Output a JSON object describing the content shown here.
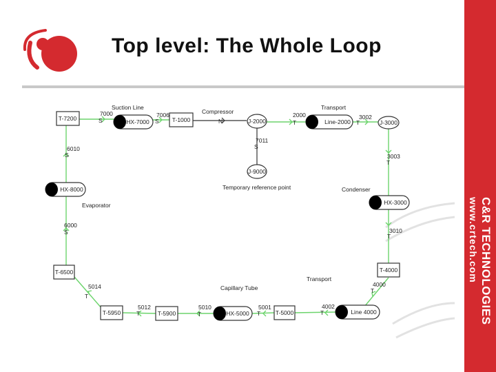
{
  "slide": {
    "title": "Top level: The Whole Loop"
  },
  "brand": {
    "company": "C&R TECHNOLOGIES",
    "url": "www.crtech.com",
    "sidebar_color": "#d42a2f",
    "logo_color": "#d42a2f"
  },
  "diagram": {
    "colors": {
      "pipe": "#6bd46b",
      "node_fill": "#ffffff",
      "node_stroke": "#333333",
      "hx_fill": "#000000"
    },
    "tanks": {
      "t7200": "T-7200",
      "t1000": "T-1000",
      "t4000": "T-4000",
      "t5000": "T-5000",
      "t5900": "T-5900",
      "t5950": "T-5950",
      "t6500": "T-6500"
    },
    "hx": {
      "hx7000": "HX-7000",
      "hx8000": "HX-8000",
      "hx3000": "HX-3000",
      "hx5000": "HX-5000"
    },
    "lines": {
      "line2000": "Line-2000",
      "line4000": "Line 4000"
    },
    "junctions": {
      "j2000": "J-2000",
      "j3000": "J-3000",
      "j9000": "J-9000"
    },
    "connectors": {
      "c7000": "7000",
      "c7006": "7006",
      "c2000": "2000",
      "c3002": "3002",
      "c7011": "7011",
      "c3003": "3003",
      "c3010": "3010",
      "c4000": "4000",
      "c4002": "4002",
      "c5001": "5001",
      "c5010": "5010",
      "c5012": "5012",
      "c5014": "5014",
      "c6000": "6000",
      "c6010": "6010"
    },
    "connector_types": {
      "t": "T",
      "s": "S",
      "n": "N"
    },
    "annotations": {
      "suction_line": "Suction Line",
      "compressor": "Compressor",
      "transport_top": "Transport",
      "transport_bottom": "Transport",
      "temp_ref": "Temporary reference point",
      "condenser": "Condenser",
      "evaporator": "Evaporator",
      "capillary_tube": "Capillary Tube"
    }
  }
}
